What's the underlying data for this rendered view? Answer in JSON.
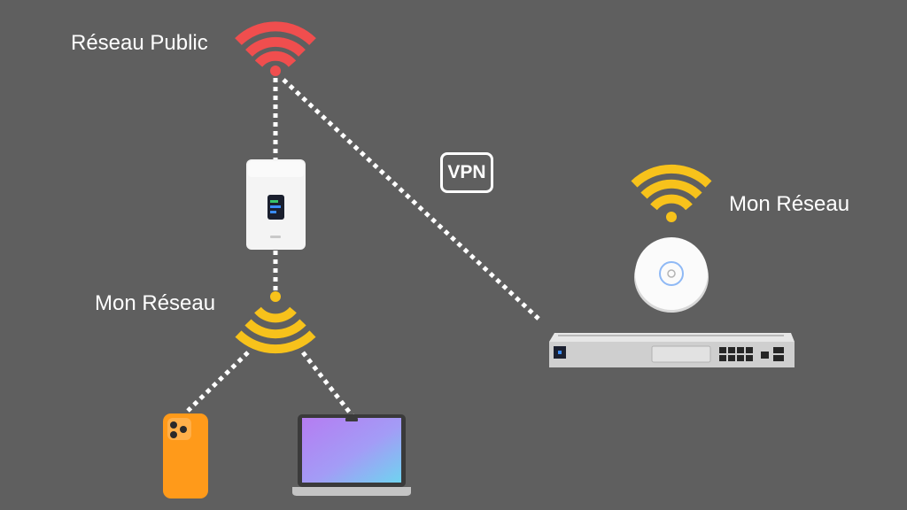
{
  "labels": {
    "public_network": "Réseau Public",
    "my_network_left": "Mon Réseau",
    "my_network_right": "Mon Réseau",
    "vpn": "VPN"
  },
  "colors": {
    "background": "#5f5f5f",
    "public_wifi": "#f04e4e",
    "private_wifi": "#f7c21b",
    "dotted_line": "#ffffff",
    "phone": "#ff9a1a"
  },
  "icons": [
    "public-wifi-icon",
    "private-wifi-icon",
    "router-icon",
    "access-point-icon",
    "rack-gateway-icon",
    "phone-icon",
    "laptop-icon"
  ]
}
